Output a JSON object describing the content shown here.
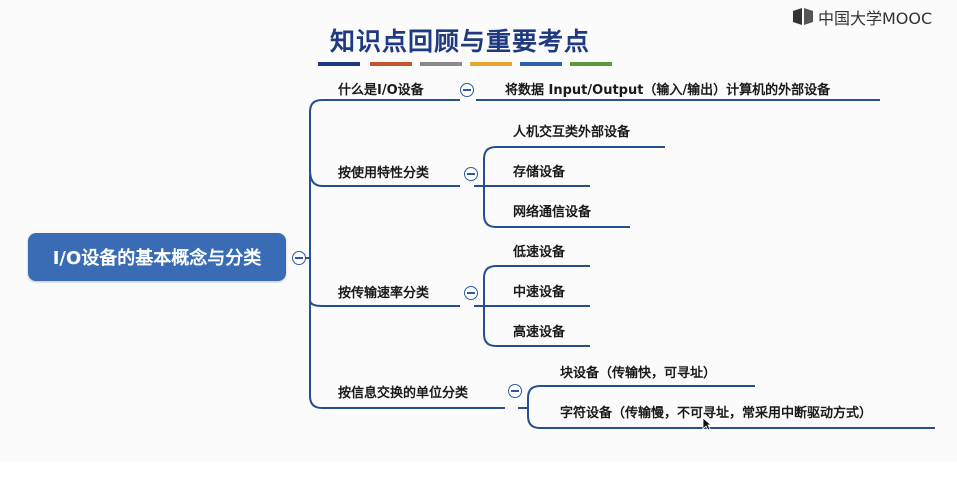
{
  "slide": {
    "title": "知识点回顾与重要考点",
    "logo_text": "中国大学MOOC",
    "stripe_colors": [
      "#1f3a80",
      "#c4562f",
      "#8a8a8a",
      "#e6a52d",
      "#2b5fb0",
      "#5a9a3a"
    ]
  },
  "mindmap": {
    "root": "I/O设备的基本概念与分类",
    "branches": [
      {
        "label": "什么是I/O设备",
        "children": [
          "将数据 Input/Output（输入/输出）计算机的外部设备"
        ]
      },
      {
        "label": "按使用特性分类",
        "children": [
          "人机交互类外部设备",
          "存储设备",
          "网络通信设备"
        ]
      },
      {
        "label": "按传输速率分类",
        "children": [
          "低速设备",
          "中速设备",
          "高速设备"
        ]
      },
      {
        "label": "按信息交换的单位分类",
        "children": [
          "块设备（传输快，可寻址）",
          "字符设备（传输慢，不可寻址，常采用中断驱动方式）"
        ]
      }
    ]
  },
  "colors": {
    "accent": "#3a6cb5",
    "line": "#264f8f"
  },
  "icons": {
    "collapse": "minus-circle-icon",
    "cursor": "mouse-pointer-icon",
    "logo": "mooc-logo-icon"
  }
}
